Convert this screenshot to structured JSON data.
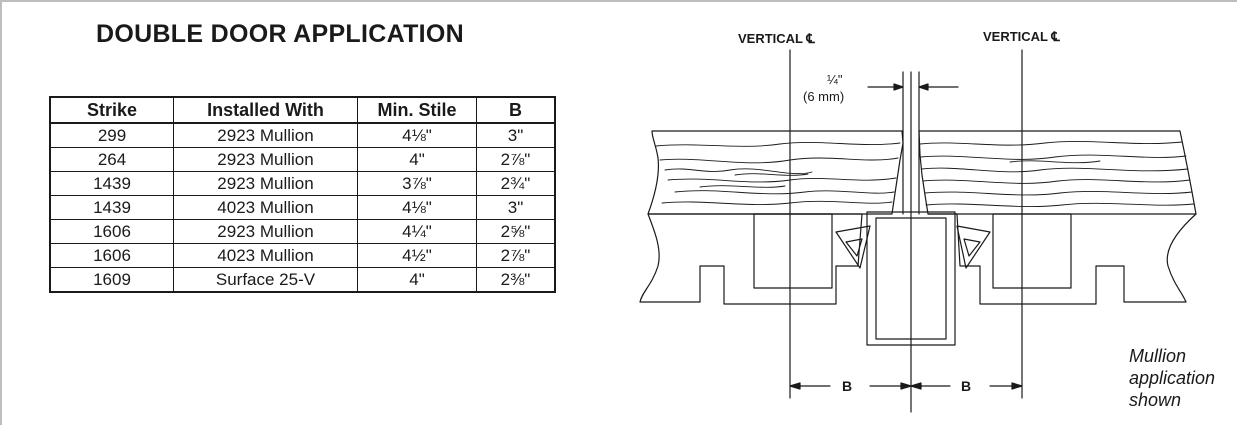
{
  "title": "DOUBLE DOOR APPLICATION",
  "table": {
    "columns": [
      "Strike",
      "Installed With",
      "Min. Stile",
      "B"
    ],
    "rows": [
      [
        "299",
        "2923 Mullion",
        "4⅛\"",
        "3\""
      ],
      [
        "264",
        "2923 Mullion",
        "4\"",
        "2⅞\""
      ],
      [
        "1439",
        "2923 Mullion",
        "3⅞\"",
        "2¾\""
      ],
      [
        "1439",
        "4023 Mullion",
        "4⅛\"",
        "3\""
      ],
      [
        "1606",
        "2923 Mullion",
        "4¼\"",
        "2⅝\""
      ],
      [
        "1606",
        "4023 Mullion",
        "4½\"",
        "2⅞\""
      ],
      [
        "1609",
        "Surface 25-V",
        "4\"",
        "2⅜\""
      ]
    ]
  },
  "diagram": {
    "left_centerline_label": "VERTICAL ℄",
    "right_centerline_label": "VERTICAL ℄",
    "gap_dimension": "¼\"",
    "gap_dimension_metric": "(6 mm)",
    "left_dimension": "B",
    "right_dimension": "B",
    "caption_lines": [
      "Mullion",
      "application",
      "shown"
    ]
  }
}
